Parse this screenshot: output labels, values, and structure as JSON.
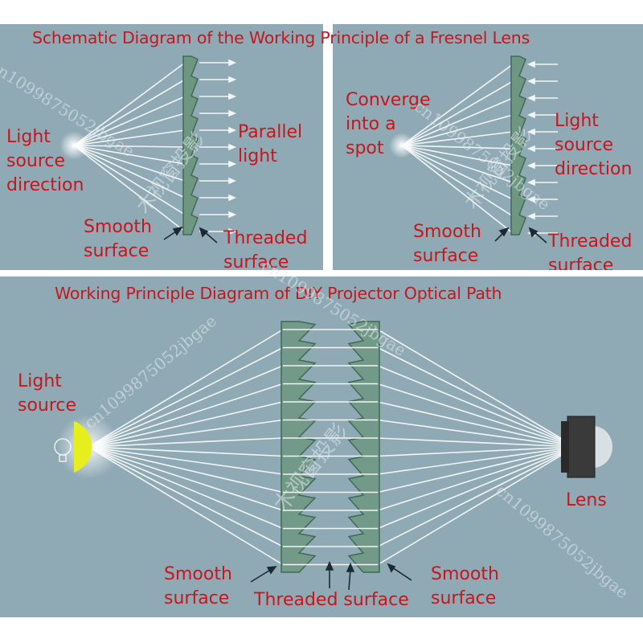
{
  "top_title": "Schematic Diagram of the Working Principle of a Fresnel Lens",
  "panel_left": {
    "light_source_label": "Light\nsource\ndirection",
    "output_label": "Parallel\nlight",
    "smooth_label": "Smooth\nsurface",
    "threaded_label": "Threaded\nsurface"
  },
  "panel_right": {
    "converge_label": "Converge\ninto a\nspot",
    "light_source_label": "Light\nsource\ndirection",
    "smooth_label": "Smooth\nsurface",
    "threaded_label": "Threaded\nsurface"
  },
  "bottom_panel": {
    "title": "Working Principle Diagram of DIY Projector Optical Path",
    "light_source_label": "Light\nsource",
    "lens_label": "Lens",
    "smooth_left_label": "Smooth\nsurface",
    "threaded_label": "Threaded surface",
    "smooth_right_label": "Smooth\nsurface"
  },
  "watermark": {
    "id_text": "cn1099875052jbgae",
    "chinese_text": "木视窗投影"
  },
  "colors": {
    "label_red": "#c8161d",
    "panel_bg": "#8fa9b5",
    "lens_green": "#6f9680",
    "lamp_yellow": "#e7ee1d",
    "ray_white": "#f3f6f6"
  }
}
